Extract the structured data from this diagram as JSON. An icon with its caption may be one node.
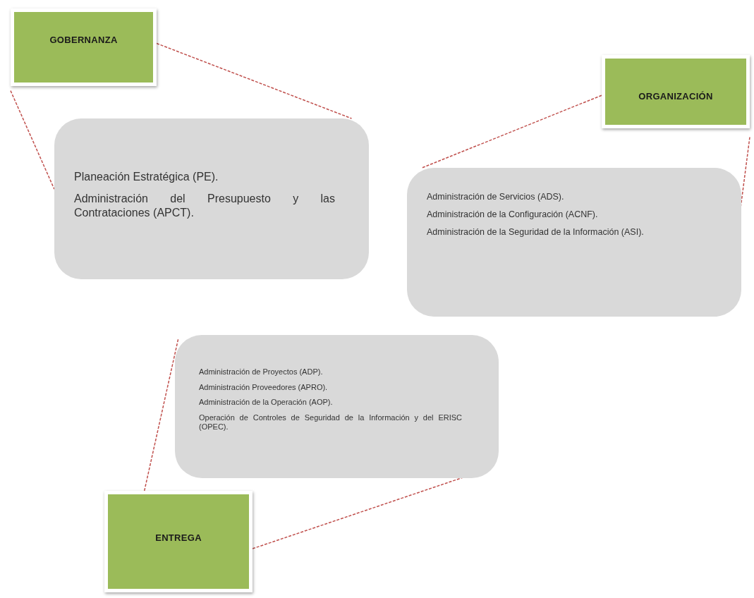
{
  "diagram": {
    "nodes": [
      {
        "text": [
          "GOBERNANZA"
        ]
      },
      {
        "text": [
          "Planeación Estratégica (PE).",
          "Administración del Presupuesto y las Contrataciones (APCT)."
        ]
      },
      {
        "text": [
          "ORGANIZACIÓN"
        ]
      },
      {
        "text": [
          "Administración de Servicios (ADS).",
          "Administración de la Configuración (ACNF).",
          "Administración de la Seguridad de la Información (ASI)."
        ]
      },
      {
        "text": [
          "Administración de Proyectos (ADP).",
          "Administración Proveedores (APRO).",
          "Administración de la Operación (AOP).",
          "Operación de Controles de Seguridad de la Información y del ERISC (OPEC)."
        ]
      },
      {
        "text": [
          "ENTREGA"
        ]
      }
    ],
    "edges": [
      {
        "from": 0,
        "to": 1,
        "arrow": "none",
        "style": "dashed"
      },
      {
        "from": 0,
        "to": 1,
        "arrow": "none",
        "style": "dashed"
      },
      {
        "from": 2,
        "to": 3,
        "arrow": "none",
        "style": "dashed"
      },
      {
        "from": 2,
        "to": 3,
        "arrow": "none",
        "style": "dashed"
      },
      {
        "from": 5,
        "to": 4,
        "arrow": "none",
        "style": "dashed"
      },
      {
        "from": 5,
        "to": 4,
        "arrow": "none",
        "style": "dashed"
      }
    ]
  }
}
